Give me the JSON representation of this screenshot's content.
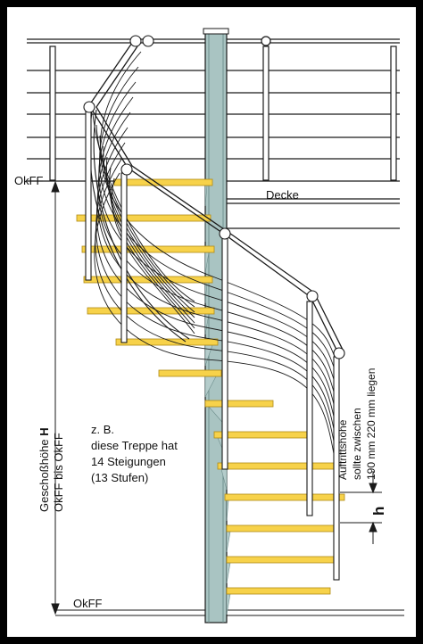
{
  "labels": {
    "okff_top": "OkFF",
    "okff_bottom": "OkFF",
    "decke": "Decke",
    "example_line1": "z. B.",
    "example_line2": "diese Treppe hat",
    "example_line3": "14 Steigungen",
    "example_line4": "(13 Stufen)",
    "geschoss_line1_prefix": "Geschoßhöhe ",
    "geschoss_line1_bold": "H",
    "geschoss_line2": "OkFF bis OkFF",
    "auftritt_line1": "Auftrittshöhe",
    "auftritt_line2": "sollte zwischen",
    "auftritt_line3": "190 mm 220 mm liegen",
    "h_symbol": "h"
  },
  "colors": {
    "tread": "#f7d24a",
    "tread_edge": "#b08a12",
    "post": "#a9c4c2",
    "post_dark": "#6f8f8d",
    "stringer": "#b4cccb",
    "line": "#1a1a1a",
    "frame": "#000000",
    "background": "#ffffff"
  }
}
